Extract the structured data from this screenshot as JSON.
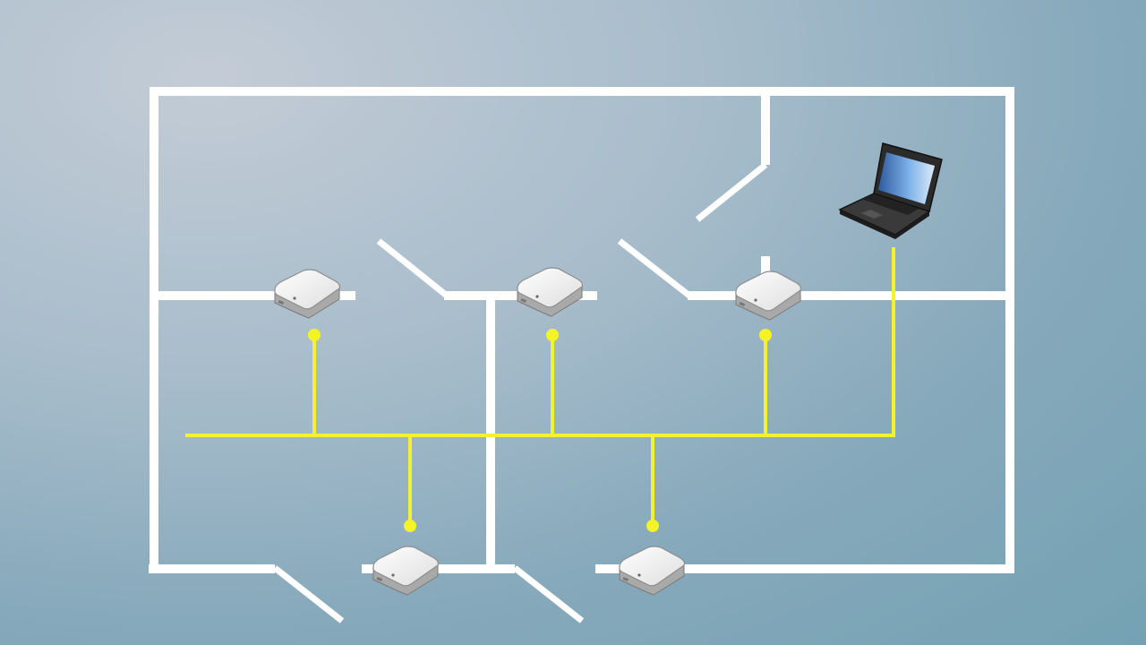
{
  "diagram": {
    "background_colors": [
      "#c3ccd6",
      "#74a2b3"
    ],
    "wall_color": "#ffffff",
    "cable_color": "#f2f230",
    "devices": [
      {
        "id": "ap-1",
        "icon": "wireless-access-point-icon"
      },
      {
        "id": "ap-2",
        "icon": "wireless-access-point-icon"
      },
      {
        "id": "ap-3",
        "icon": "wireless-access-point-icon"
      },
      {
        "id": "ap-4",
        "icon": "wireless-access-point-icon"
      },
      {
        "id": "ap-5",
        "icon": "wireless-access-point-icon"
      },
      {
        "id": "laptop",
        "icon": "laptop-icon"
      }
    ]
  }
}
